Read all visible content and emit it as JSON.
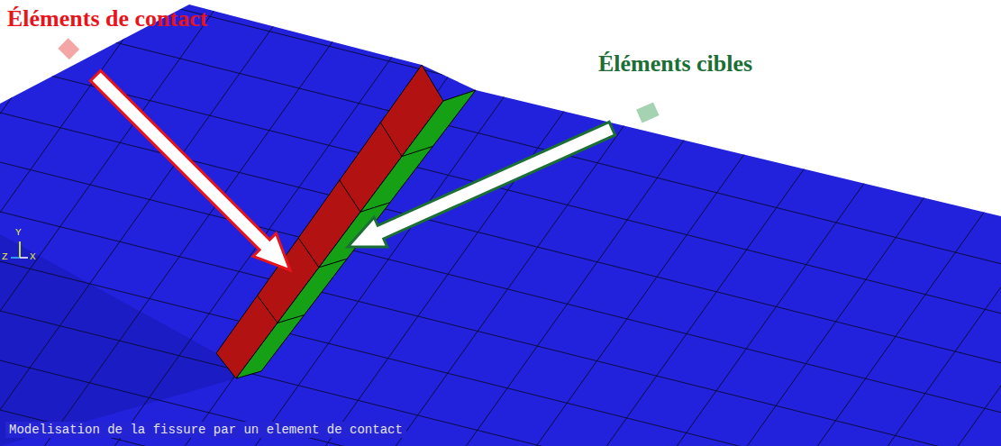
{
  "diagram": {
    "labels": [
      "Éléments de contact",
      "Éléments cibles",
      "Y",
      "Z",
      "X",
      "Modelisation de la fissure par un element de contact"
    ]
  }
}
